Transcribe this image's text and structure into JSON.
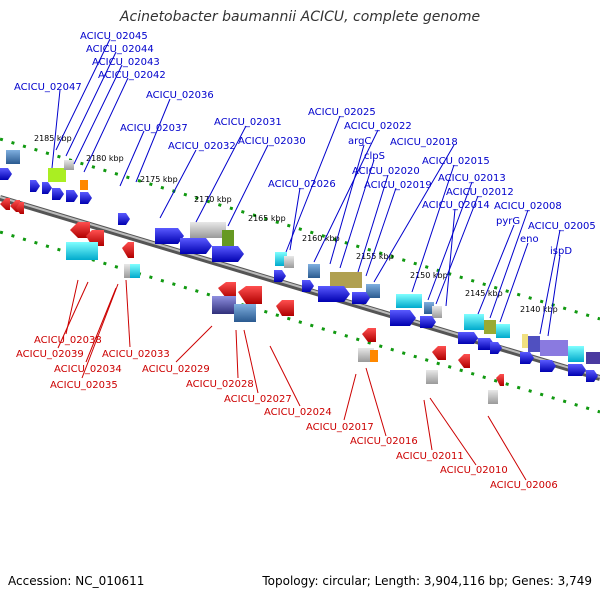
{
  "title": "Acinetobacter baumannii ACICU, complete genome",
  "footer": {
    "accession": "Accession: NC_010611",
    "topology": "Topology: circular; Length: 3,904,116 bp; Genes: 3,749"
  },
  "colors": {
    "forward_genes": "#1a1aff",
    "reverse_genes": "#ee1111",
    "backbone": "#777777",
    "tick_dots": "#119911"
  },
  "ticks": [
    "2185 kbp",
    "2180 kbp",
    "2175 kbp",
    "2170 kbp",
    "2165 kbp",
    "2160 kbp",
    "2155 kbp",
    "2150 kbp",
    "2145 kbp",
    "2140 kbp"
  ],
  "labels_forward": [
    "ACICU_02045",
    "ACICU_02044",
    "ACICU_02043",
    "ACICU_02042",
    "ACICU_02047",
    "ACICU_02036",
    "ACICU_02037",
    "ACICU_02031",
    "ACICU_02030",
    "ACICU_02032",
    "ACICU_02025",
    "ACICU_02022",
    "argC",
    "clpS",
    "ACICU_02018",
    "ACICU_02020",
    "ACICU_02019",
    "ACICU_02015",
    "ACICU_02026",
    "ACICU_02013",
    "ACICU_02012",
    "ACICU_02014",
    "ACICU_02008",
    "pyrG",
    "ACICU_02005",
    "eno",
    "ispD"
  ],
  "labels_reverse": [
    "ACICU_02038",
    "ACICU_02039",
    "ACICU_02033",
    "ACICU_02034",
    "ACICU_02035",
    "ACICU_02029",
    "ACICU_02028",
    "ACICU_02027",
    "ACICU_02024",
    "ACICU_02017",
    "ACICU_02016",
    "ACICU_02011",
    "ACICU_02010",
    "ACICU_02006"
  ]
}
